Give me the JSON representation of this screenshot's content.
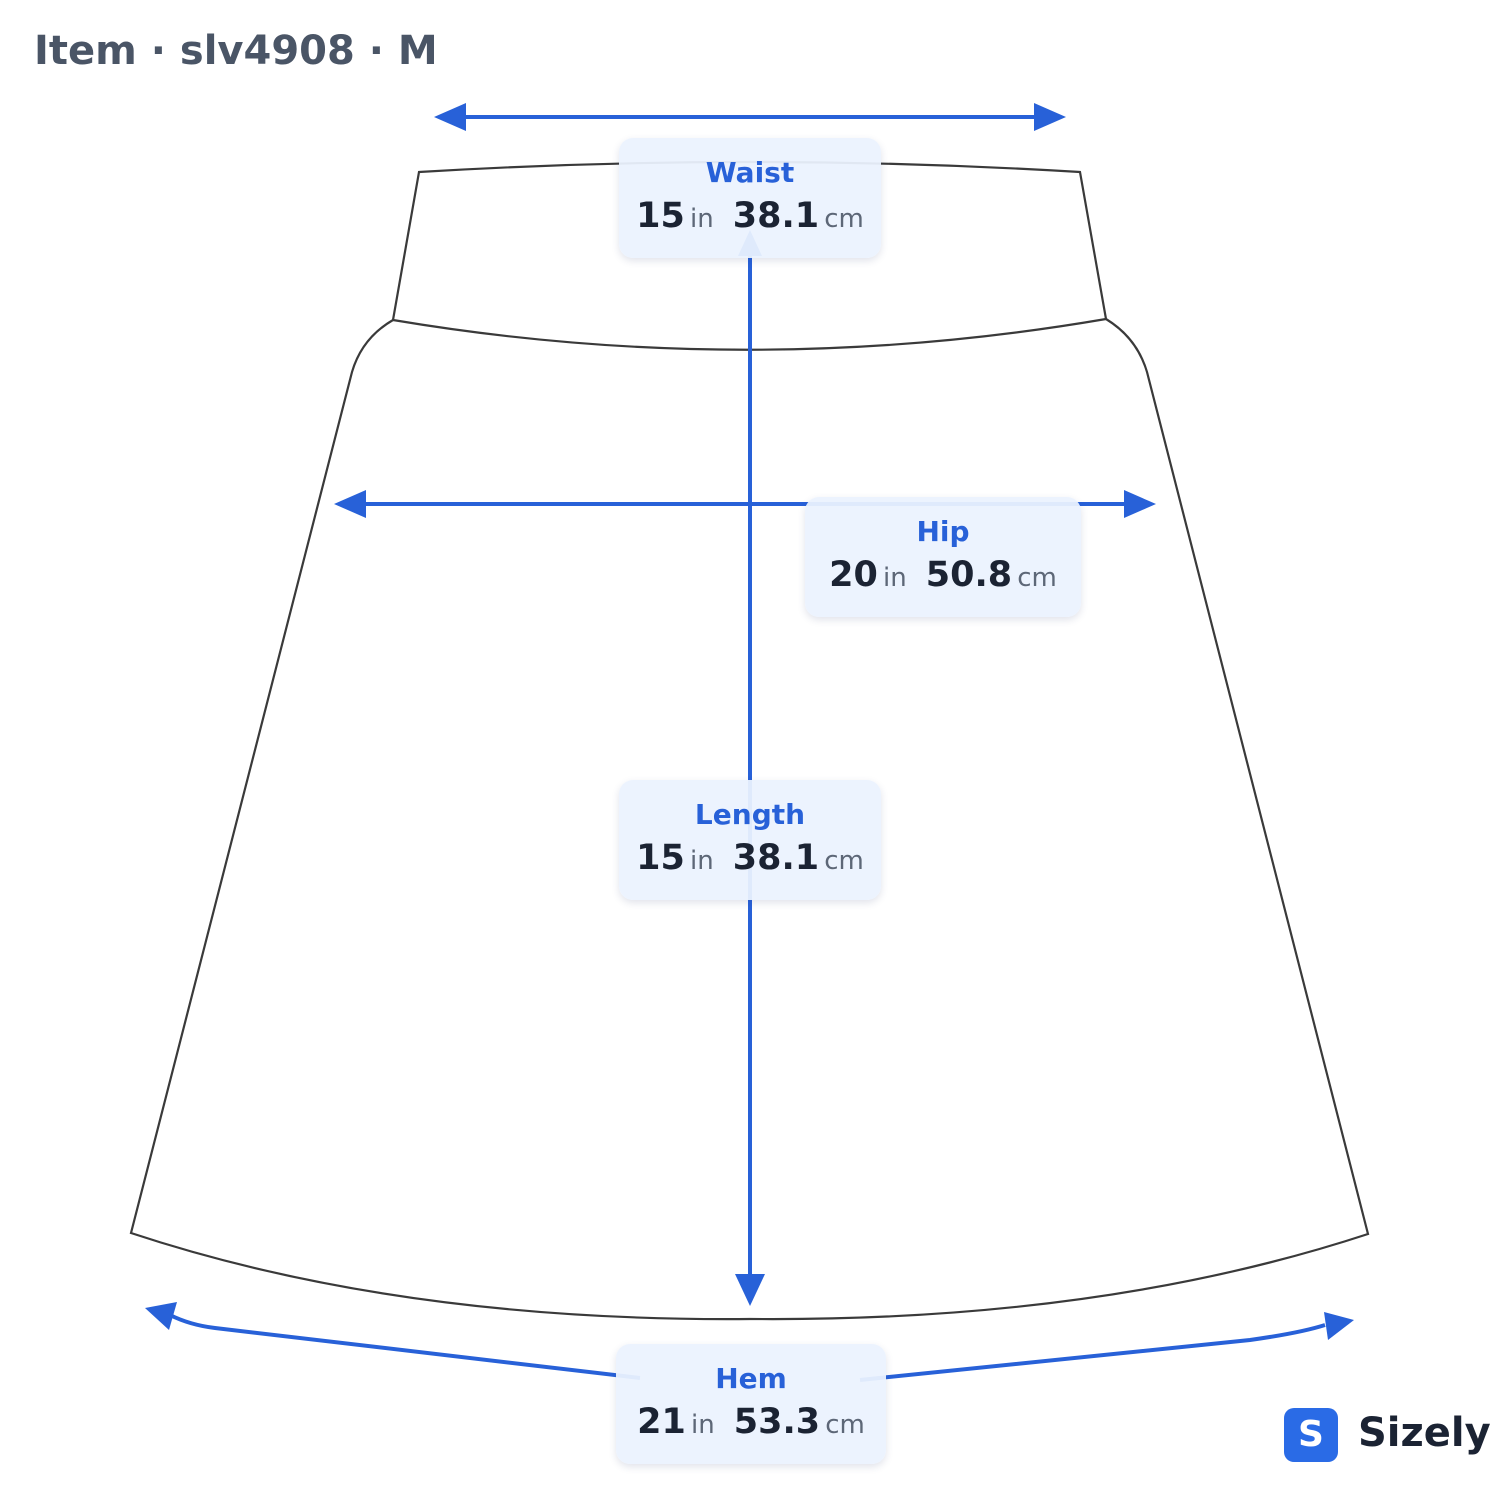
{
  "title": {
    "item": "Item",
    "sku": "slv4908",
    "size": "M",
    "separator": "·"
  },
  "accent_color": "#2861d8",
  "garment": "skirt",
  "measurements": {
    "waist": {
      "label": "Waist",
      "inches": "15",
      "cm": "38.1",
      "in_unit": "in",
      "cm_unit": "cm"
    },
    "hip": {
      "label": "Hip",
      "inches": "20",
      "cm": "50.8",
      "in_unit": "in",
      "cm_unit": "cm"
    },
    "length": {
      "label": "Length",
      "inches": "15",
      "cm": "38.1",
      "in_unit": "in",
      "cm_unit": "cm"
    },
    "hem": {
      "label": "Hem",
      "inches": "21",
      "cm": "53.3",
      "in_unit": "in",
      "cm_unit": "cm"
    }
  },
  "brand": {
    "badge": "S",
    "name": "Sizely"
  }
}
